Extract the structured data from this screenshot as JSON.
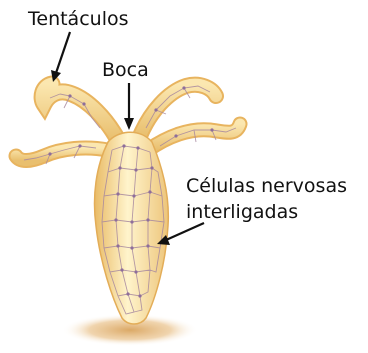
{
  "labels": {
    "tentacles": "Tentáculos",
    "mouth": "Boca",
    "nerve_cells_line1": "Células nervosas",
    "nerve_cells_line2": "interligadas"
  },
  "colors": {
    "body_light": "#fff6d2",
    "body_mid": "#f7dc95",
    "body_dark": "#e7b963",
    "outline": "#e8b45f",
    "nerve_net": "#a7889f",
    "nerve_node": "#8e6e9a",
    "shadow": "#d9a45e",
    "arrow": "#111111"
  }
}
